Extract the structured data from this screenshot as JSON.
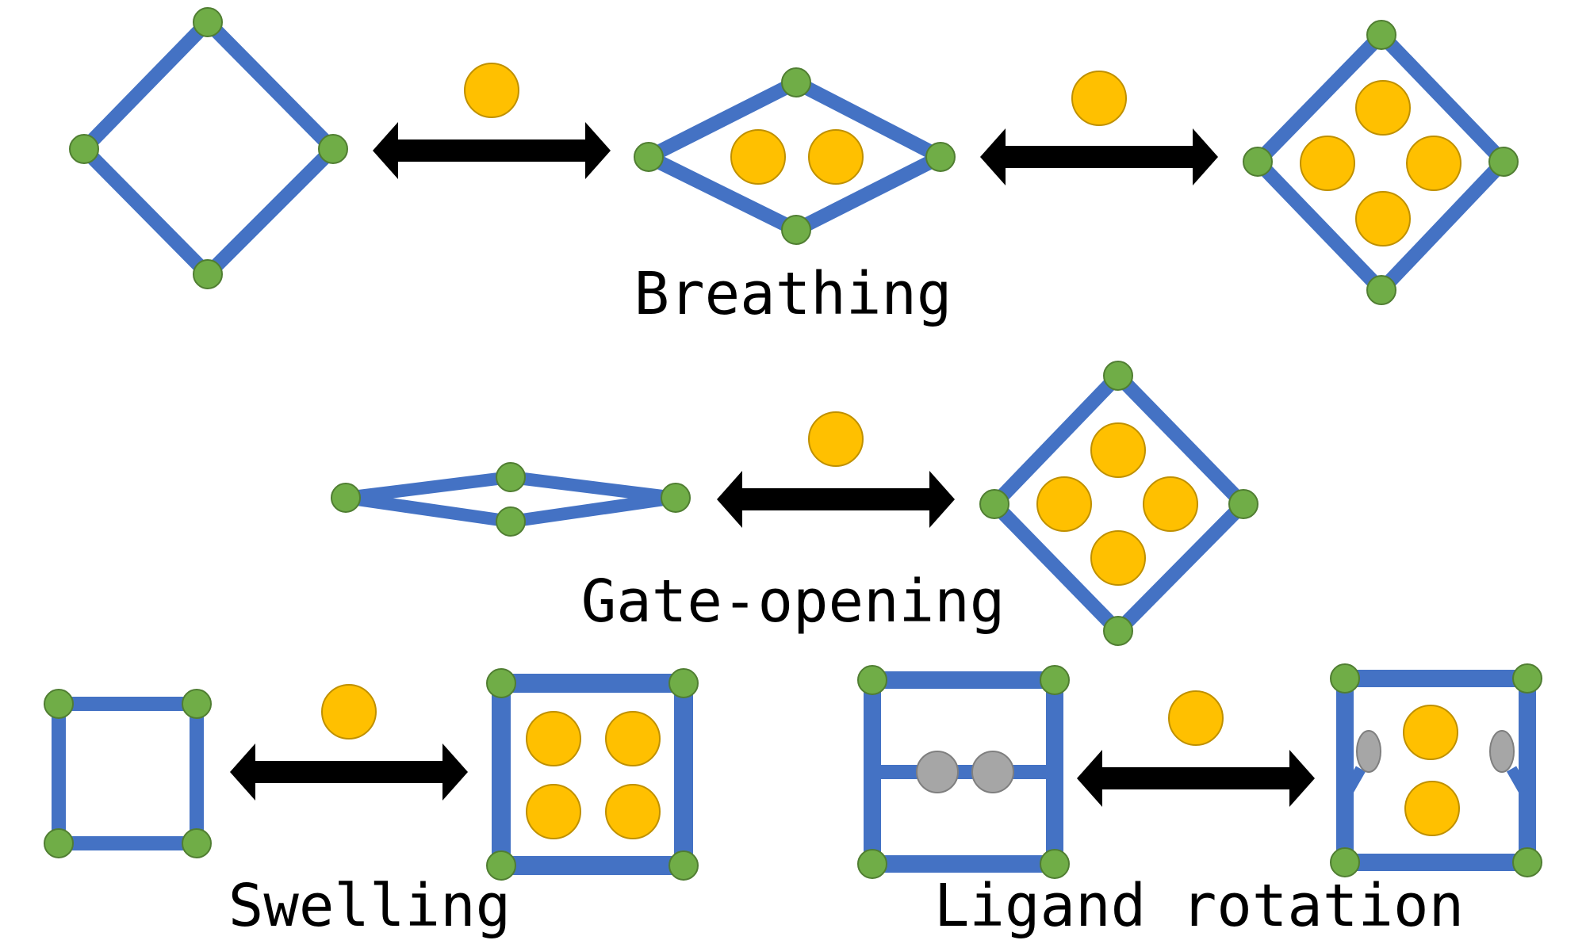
{
  "labels": {
    "breathing": "Breathing",
    "gate_opening": "Gate-opening",
    "swelling": "Swelling",
    "ligand_rotation": "Ligand rotation"
  },
  "colors": {
    "framework_bar": "#4472C4",
    "bar_edge": "#2F528F",
    "node": "#70AD47",
    "node_edge": "#507E32",
    "guest": "#FFC000",
    "guest_edge": "#BF9000",
    "ligand_group": "#A6A6A6",
    "arrow": "#000000"
  }
}
